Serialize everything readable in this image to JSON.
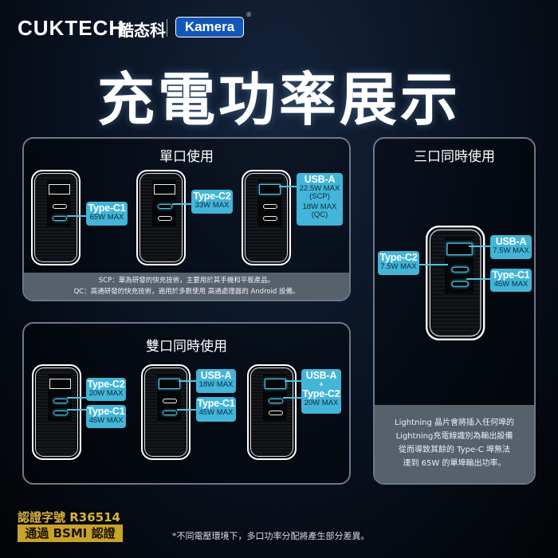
{
  "brand": {
    "cuktech": "CUKTECH",
    "chinese": "酷态科",
    "kamera": "Kamera",
    "registered": "®"
  },
  "title": "充電功率展示",
  "single": {
    "title": "單口使用",
    "labels": [
      {
        "name": "Type-C1",
        "value": "65W MAX"
      },
      {
        "name": "Type-C2",
        "value": "33W MAX"
      },
      {
        "name": "USB-A",
        "value1": "22.5W MAX",
        "value1b": "(SCP)",
        "value2": "18W MAX",
        "value2b": "(QC)"
      }
    ],
    "notes": [
      "SCP：華為研發的快充技術，主要用於其手機和平板產品。",
      "QC：高通研發的快充技術，適用於多數使用 高通處理器的 Android 設備。"
    ]
  },
  "dual": {
    "title": "雙口同時使用",
    "labels": [
      {
        "name": "Type-C2",
        "value": "20W MAX"
      },
      {
        "name": "Type-C1",
        "value": "45W MAX"
      },
      {
        "name": "USB-A",
        "value": "18W MAX"
      },
      {
        "name": "Type-C1",
        "value": "45W MAX"
      },
      {
        "name": "USB-A",
        "plus": "+",
        "name2": "Type-C2",
        "value": "20W MAX"
      }
    ]
  },
  "triple": {
    "title": "三口同時使用",
    "labels": [
      {
        "name": "Type-C2",
        "value": "7.5W MAX"
      },
      {
        "name": "USB-A",
        "value": "7.5W MAX"
      },
      {
        "name": "Type-C1",
        "value": "45W MAX"
      }
    ],
    "note": [
      "Lightning 晶片會將插入任何埠的",
      "Lightning充電線識別為輸出設備",
      "從而導致其餘的 Type-C 埠無法",
      "達到 65W 的單埠輸出功率。"
    ]
  },
  "certification": {
    "number": "認證字號 R36514",
    "badge": "通過 BSMI 認證"
  },
  "footnote": "*不同電壓環境下，多口功率分配將產生部分差異。"
}
